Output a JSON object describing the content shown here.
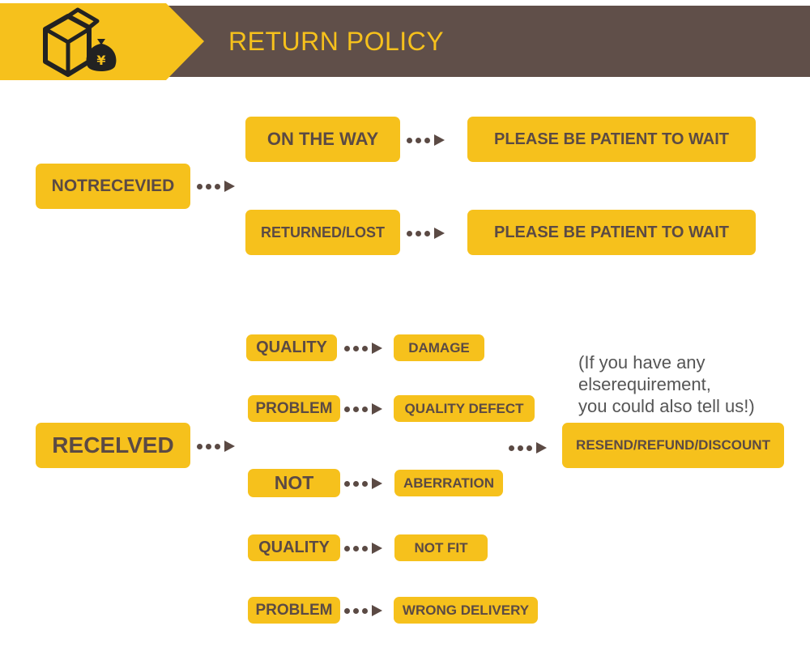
{
  "header": {
    "title": "RETURN POLICY"
  },
  "colors": {
    "accent": "#f6c11c",
    "band": "#604f49",
    "text": "#5b4a44"
  },
  "not_received": {
    "label": "NOTRECEVIED",
    "branches": [
      {
        "label": "ON THE WAY",
        "result": "PLEASE BE PATIENT TO WAIT"
      },
      {
        "label": "RETURNED/LOST",
        "result": "PLEASE BE PATIENT TO WAIT"
      }
    ]
  },
  "received": {
    "label": "RECELVED",
    "items": [
      {
        "label": "QUALITY",
        "result": "DAMAGE"
      },
      {
        "label": "PROBLEM",
        "result": "QUALITY DEFECT"
      },
      {
        "label": "NOT",
        "result": "ABERRATION"
      },
      {
        "label": "QUALITY",
        "result": "NOT FIT"
      },
      {
        "label": "PROBLEM",
        "result": "WRONG DELIVERY"
      }
    ],
    "final": "RESEND/REFUND/DISCOUNT",
    "note": [
      "(If you have any",
      "elserequirement,",
      "you could also tell us!)"
    ]
  }
}
